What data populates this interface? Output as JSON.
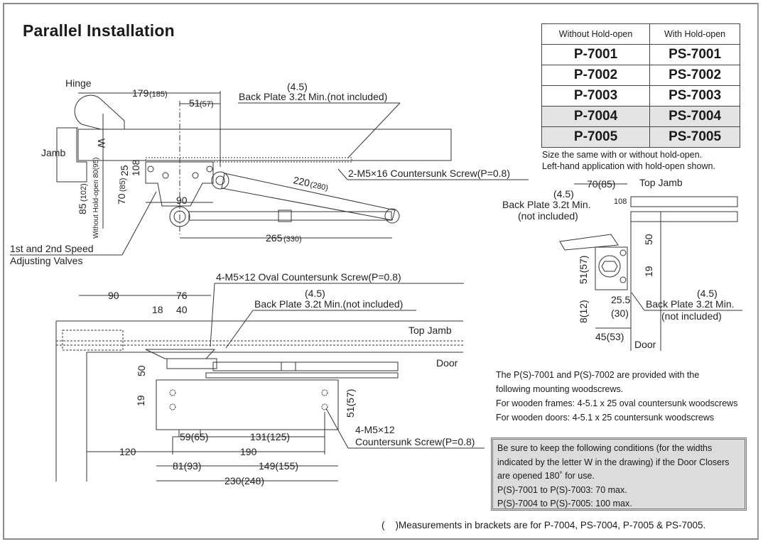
{
  "title": "Parallel Installation",
  "model_table": {
    "headers": [
      "Without Hold-open",
      "With Hold-open"
    ],
    "rows": [
      {
        "without": "P-7001",
        "with": "PS-7001",
        "shaded": false
      },
      {
        "without": "P-7002",
        "with": "PS-7002",
        "shaded": false
      },
      {
        "without": "P-7003",
        "with": "PS-7003",
        "shaded": false
      },
      {
        "without": "P-7004",
        "with": "PS-7004",
        "shaded": true
      },
      {
        "without": "P-7005",
        "with": "PS-7005",
        "shaded": true
      }
    ]
  },
  "table_notes": [
    "Size the same with or without hold-open.",
    "Left-hand application with hold-open shown."
  ],
  "top_view": {
    "hinge": "Hinge",
    "jamb": "Jamb",
    "w": "W",
    "dim_179": "179",
    "dim_179_alt": "(185)",
    "dim_51": "51",
    "dim_51_alt": "(57)",
    "back_plate_thk": "(4.5)",
    "back_plate": "Back Plate 3.2t Min.(not included)",
    "screw_callout": "2-M5×16 Countersunk Screw(P=0.8)",
    "dim_25": "25",
    "dim_108": "108",
    "dim_70": "70",
    "dim_70_alt": "(85)",
    "dim_90": "90",
    "dim_85": "85",
    "dim_85_alt": "(102)",
    "dim_80_note": "Without Hold-open 80(95)",
    "dim_220": "220",
    "dim_220_alt": "(280)",
    "dim_265": "265",
    "dim_265_alt": "(330)",
    "valves_line1": "1st and 2nd Speed",
    "valves_line2": "Adjusting Valves"
  },
  "front_view": {
    "oval_screw": "4-M5×12 Oval Countersunk Screw(P=0.8)",
    "back_plate_thk": "(4.5)",
    "back_plate": "Back Plate 3.2t Min.(not included)",
    "top_jamb": "Top Jamb",
    "door": "Door",
    "dim_90": "90",
    "dim_76": "76",
    "dim_18": "18",
    "dim_40": "40",
    "dim_50": "50",
    "dim_19": "19",
    "dim_51": "51(57)",
    "dim_59": "59(65)",
    "dim_131": "131(125)",
    "dim_120": "120",
    "dim_190": "190",
    "dim_81": "81(93)",
    "dim_149": "149(155)",
    "dim_230": "230(248)",
    "screw_line1": "4-M5×12",
    "screw_line2": "Countersunk Screw(P=0.8)"
  },
  "side_view": {
    "dim_70": "70(85)",
    "top_jamb": "Top Jamb",
    "back_plate_thk": "(4.5)",
    "back_plate_line1": "Back Plate 3.2t Min.",
    "back_plate_line2": "(not included)",
    "dim_108": "108",
    "dim_50": "50",
    "dim_19": "19",
    "dim_51": "51(57)",
    "dim_8": "8(12)",
    "dim_25": "25.5",
    "dim_25_alt": "(30)",
    "dim_45": "45(53)",
    "door": "Door",
    "back_plate2_thk": "(4.5)",
    "back_plate2_line1": "Back Plate 3.2t Min.",
    "back_plate2_line2": "(not included)"
  },
  "woodscrew_note": [
    "The P(S)-7001 and P(S)-7002 are provided with the",
    "following mounting woodscrews.",
    "For wooden frames: 4-5.1 x 25 oval countersunk woodscrews",
    "For wooden doors: 4-5.1 x 25 countersunk woodscrews"
  ],
  "conditions_box": [
    "Be sure to keep the following conditions (for the widths",
    "indicated by the letter W in the drawing) if the Door Closers",
    "are opened 180˚ for use.",
    "P(S)-7001 to P(S)-7003: 70 max.",
    "P(S)-7004 to P(S)-7005: 100 max."
  ],
  "footnote": "(    )Measurements in brackets are for P-7004, PS-7004, P-7005 & PS-7005."
}
